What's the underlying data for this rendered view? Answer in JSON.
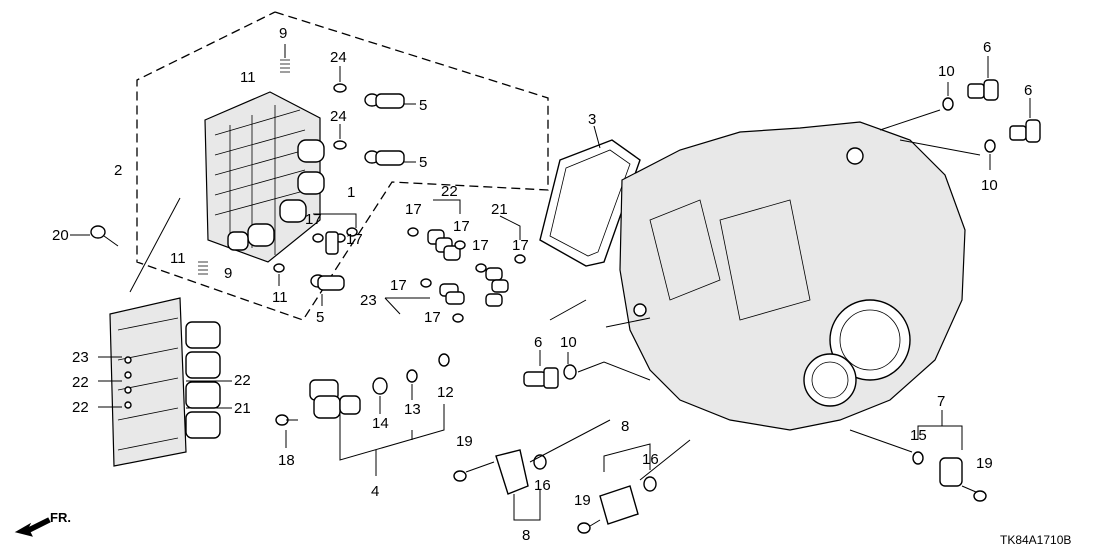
{
  "figure": {
    "diagram_code": "TK84A1710B",
    "front_marker": "FR."
  },
  "callouts": [
    {
      "id": "c9a",
      "text": "9"
    },
    {
      "id": "c11a",
      "text": "11"
    },
    {
      "id": "c24a",
      "text": "24"
    },
    {
      "id": "c5a",
      "text": "5"
    },
    {
      "id": "c24b",
      "text": "24"
    },
    {
      "id": "c5b",
      "text": "5"
    },
    {
      "id": "c2",
      "text": "2"
    },
    {
      "id": "c1",
      "text": "1"
    },
    {
      "id": "c17a",
      "text": "17"
    },
    {
      "id": "c17b",
      "text": "17"
    },
    {
      "id": "c20",
      "text": "20"
    },
    {
      "id": "c11b",
      "text": "11"
    },
    {
      "id": "c9b",
      "text": "9"
    },
    {
      "id": "c11c",
      "text": "11"
    },
    {
      "id": "c5c",
      "text": "5"
    },
    {
      "id": "c22a",
      "text": "22"
    },
    {
      "id": "c17c",
      "text": "17"
    },
    {
      "id": "c17d",
      "text": "17"
    },
    {
      "id": "c21a",
      "text": "21"
    },
    {
      "id": "c17e",
      "text": "17"
    },
    {
      "id": "c17f",
      "text": "17"
    },
    {
      "id": "c17g",
      "text": "17"
    },
    {
      "id": "c23a",
      "text": "23"
    },
    {
      "id": "c17h",
      "text": "17"
    },
    {
      "id": "c3",
      "text": "3"
    },
    {
      "id": "c10a",
      "text": "10"
    },
    {
      "id": "c6a",
      "text": "6"
    },
    {
      "id": "c6b",
      "text": "6"
    },
    {
      "id": "c10b",
      "text": "10"
    },
    {
      "id": "c23b",
      "text": "23"
    },
    {
      "id": "c22b",
      "text": "22"
    },
    {
      "id": "c22c",
      "text": "22"
    },
    {
      "id": "c22d",
      "text": "22"
    },
    {
      "id": "c21b",
      "text": "21"
    },
    {
      "id": "c6c",
      "text": "6"
    },
    {
      "id": "c10c",
      "text": "10"
    },
    {
      "id": "c12",
      "text": "12"
    },
    {
      "id": "c13",
      "text": "13"
    },
    {
      "id": "c14",
      "text": "14"
    },
    {
      "id": "c18",
      "text": "18"
    },
    {
      "id": "c4",
      "text": "4"
    },
    {
      "id": "c19a",
      "text": "19"
    },
    {
      "id": "c16a",
      "text": "16"
    },
    {
      "id": "c8a",
      "text": "8"
    },
    {
      "id": "c8b",
      "text": "8"
    },
    {
      "id": "c16b",
      "text": "16"
    },
    {
      "id": "c19b",
      "text": "19"
    },
    {
      "id": "c7",
      "text": "7"
    },
    {
      "id": "c15",
      "text": "15"
    },
    {
      "id": "c19c",
      "text": "19"
    }
  ]
}
